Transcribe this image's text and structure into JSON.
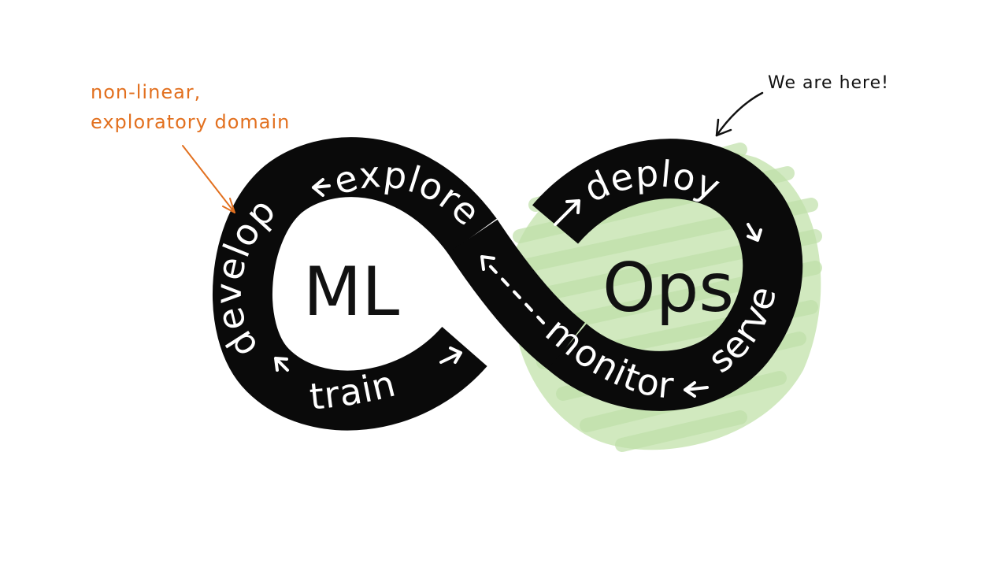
{
  "colors": {
    "band": "#0a0a0a",
    "band_text": "#ffffff",
    "highlight": "#bfe0a8",
    "annotation_orange": "#e2701f",
    "annotation_black": "#111111"
  },
  "center": {
    "left_label": "ML",
    "right_label": "Ops"
  },
  "stages": {
    "explore": "explore",
    "develop": "develop",
    "train": "train",
    "deploy": "deploy",
    "serve": "serve",
    "monitor": "monitor"
  },
  "annotations": {
    "left_line1": "non-linear,",
    "left_line2": "exploratory domain",
    "right": "We are here!"
  }
}
